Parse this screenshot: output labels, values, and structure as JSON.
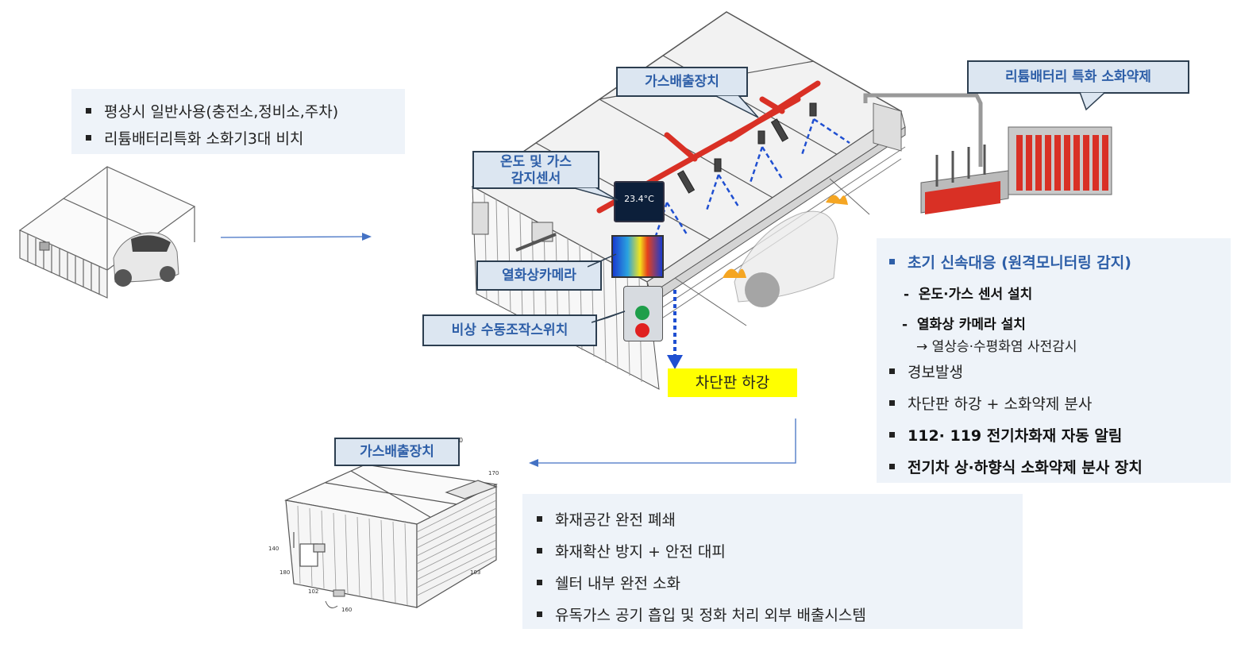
{
  "top_left_panel": {
    "items": [
      "평상시 일반사용(충전소,정비소,주차)",
      "리튬배터리특화 소화기3대 비치"
    ]
  },
  "callouts": {
    "gas_exhaust": "가스배출장치",
    "battery_agent": "리튬배터리 특화 소화약제",
    "sensor_line1": "온도 및 가스",
    "sensor_line2": "감지센서",
    "thermal_camera": "열화상카메라",
    "manual_switch": "비상 수동조작스위치",
    "shutter_down": "차단판 하강",
    "gas_exhaust_bottom": "가스배출장치"
  },
  "sensor_display": {
    "temperature": "23.4°C"
  },
  "right_panel": {
    "title": "초기 신속대응 (원격모니터링 감지)",
    "sub1": "온도·가스 센서 설치",
    "sub2": "열화상 카메라 설치",
    "sub2_note": "→ 열상승·수평화염 사전감시",
    "items": [
      "경보발생",
      "차단판 하강 + 소화약제 분사"
    ],
    "bold_items": [
      "112· 119 전기차화재 자동 알림",
      "전기차 상·하향식 소화약제 분사 장치"
    ]
  },
  "bottom_panel": {
    "items": [
      "화재공간 완전 폐쇄",
      "화재확산 방지 + 안전 대피",
      "쉘터 내부 완전 소화",
      "유독가스 공기 흡입 및 정화 처리 외부 배출시스템"
    ]
  },
  "figure_labels": {
    "l170": "170",
    "l140": "140",
    "l180": "180",
    "l103": "103",
    "l102": "102",
    "l160": "160",
    "l10": "0"
  },
  "colors": {
    "callout_bg": "#dce6f1",
    "callout_text": "#2e5fa8",
    "panel_bg": "#eef3f9",
    "highlight": "#ffff00",
    "pipe_red": "#d93025",
    "arrow": "#4472c4",
    "dashed_blue": "#1f4fd1"
  }
}
